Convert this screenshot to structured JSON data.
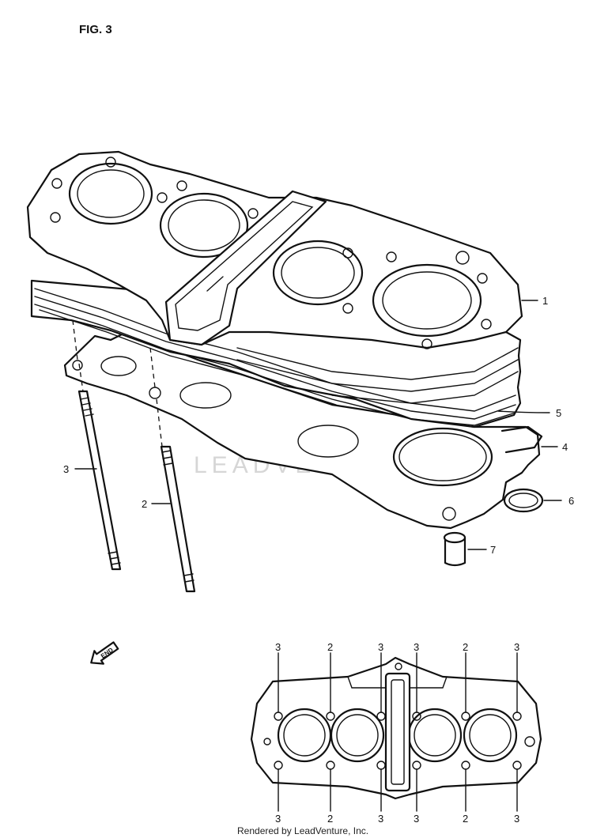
{
  "figure": {
    "title": "FIG. 3"
  },
  "watermark": "LEADVENTURE",
  "footer": "Rendered by LeadVenture, Inc.",
  "front_marker": "END",
  "callouts": [
    {
      "id": "1",
      "label": "1"
    },
    {
      "id": "2",
      "label": "2"
    },
    {
      "id": "3",
      "label": "3"
    },
    {
      "id": "4",
      "label": "4"
    },
    {
      "id": "5",
      "label": "5"
    },
    {
      "id": "6",
      "label": "6"
    },
    {
      "id": "7",
      "label": "7"
    }
  ],
  "bolt_pattern": {
    "top": [
      "3",
      "2",
      "3",
      "3",
      "2",
      "3"
    ],
    "bottom": [
      "3",
      "2",
      "3",
      "3",
      "2",
      "3"
    ]
  }
}
